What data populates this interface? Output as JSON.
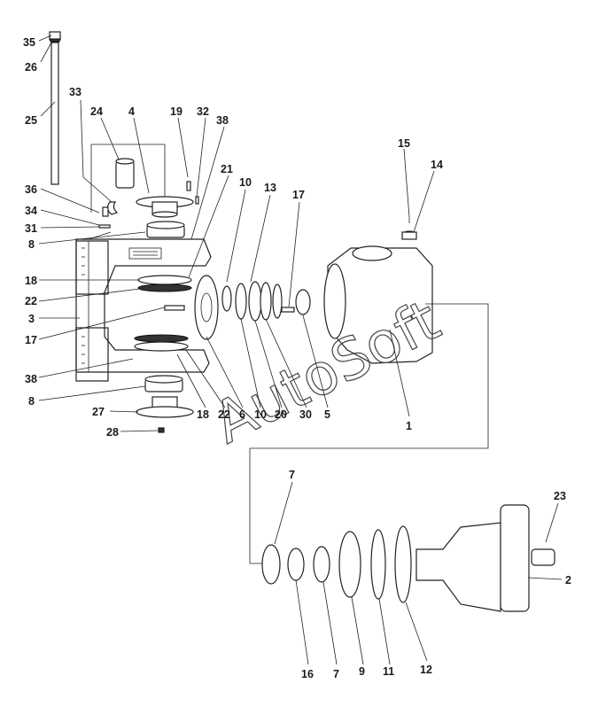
{
  "watermark": "AutoSoft",
  "callouts": [
    {
      "id": "35",
      "text": "35"
    },
    {
      "id": "26",
      "text": "26"
    },
    {
      "id": "25",
      "text": "25"
    },
    {
      "id": "33",
      "text": "33"
    },
    {
      "id": "24",
      "text": "24"
    },
    {
      "id": "4",
      "text": "4"
    },
    {
      "id": "19",
      "text": "19"
    },
    {
      "id": "32",
      "text": "32"
    },
    {
      "id": "38a",
      "text": "38"
    },
    {
      "id": "21",
      "text": "21"
    },
    {
      "id": "10a",
      "text": "10"
    },
    {
      "id": "13",
      "text": "13"
    },
    {
      "id": "17a",
      "text": "17"
    },
    {
      "id": "15",
      "text": "15"
    },
    {
      "id": "14",
      "text": "14"
    },
    {
      "id": "36",
      "text": "36"
    },
    {
      "id": "34",
      "text": "34"
    },
    {
      "id": "31",
      "text": "31"
    },
    {
      "id": "8a",
      "text": "8"
    },
    {
      "id": "18a",
      "text": "18"
    },
    {
      "id": "22a",
      "text": "22"
    },
    {
      "id": "3",
      "text": "3"
    },
    {
      "id": "17b",
      "text": "17"
    },
    {
      "id": "38b",
      "text": "38"
    },
    {
      "id": "8b",
      "text": "8"
    },
    {
      "id": "27",
      "text": "27"
    },
    {
      "id": "28",
      "text": "28"
    },
    {
      "id": "18b",
      "text": "18"
    },
    {
      "id": "22b",
      "text": "22"
    },
    {
      "id": "6",
      "text": "6"
    },
    {
      "id": "10b",
      "text": "10"
    },
    {
      "id": "20",
      "text": "20"
    },
    {
      "id": "30",
      "text": "30"
    },
    {
      "id": "5",
      "text": "5"
    },
    {
      "id": "1",
      "text": "1"
    },
    {
      "id": "7a",
      "text": "7"
    },
    {
      "id": "23",
      "text": "23"
    },
    {
      "id": "2",
      "text": "2"
    },
    {
      "id": "16",
      "text": "16"
    },
    {
      "id": "7b",
      "text": "7"
    },
    {
      "id": "9",
      "text": "9"
    },
    {
      "id": "11",
      "text": "11"
    },
    {
      "id": "12",
      "text": "12"
    }
  ]
}
